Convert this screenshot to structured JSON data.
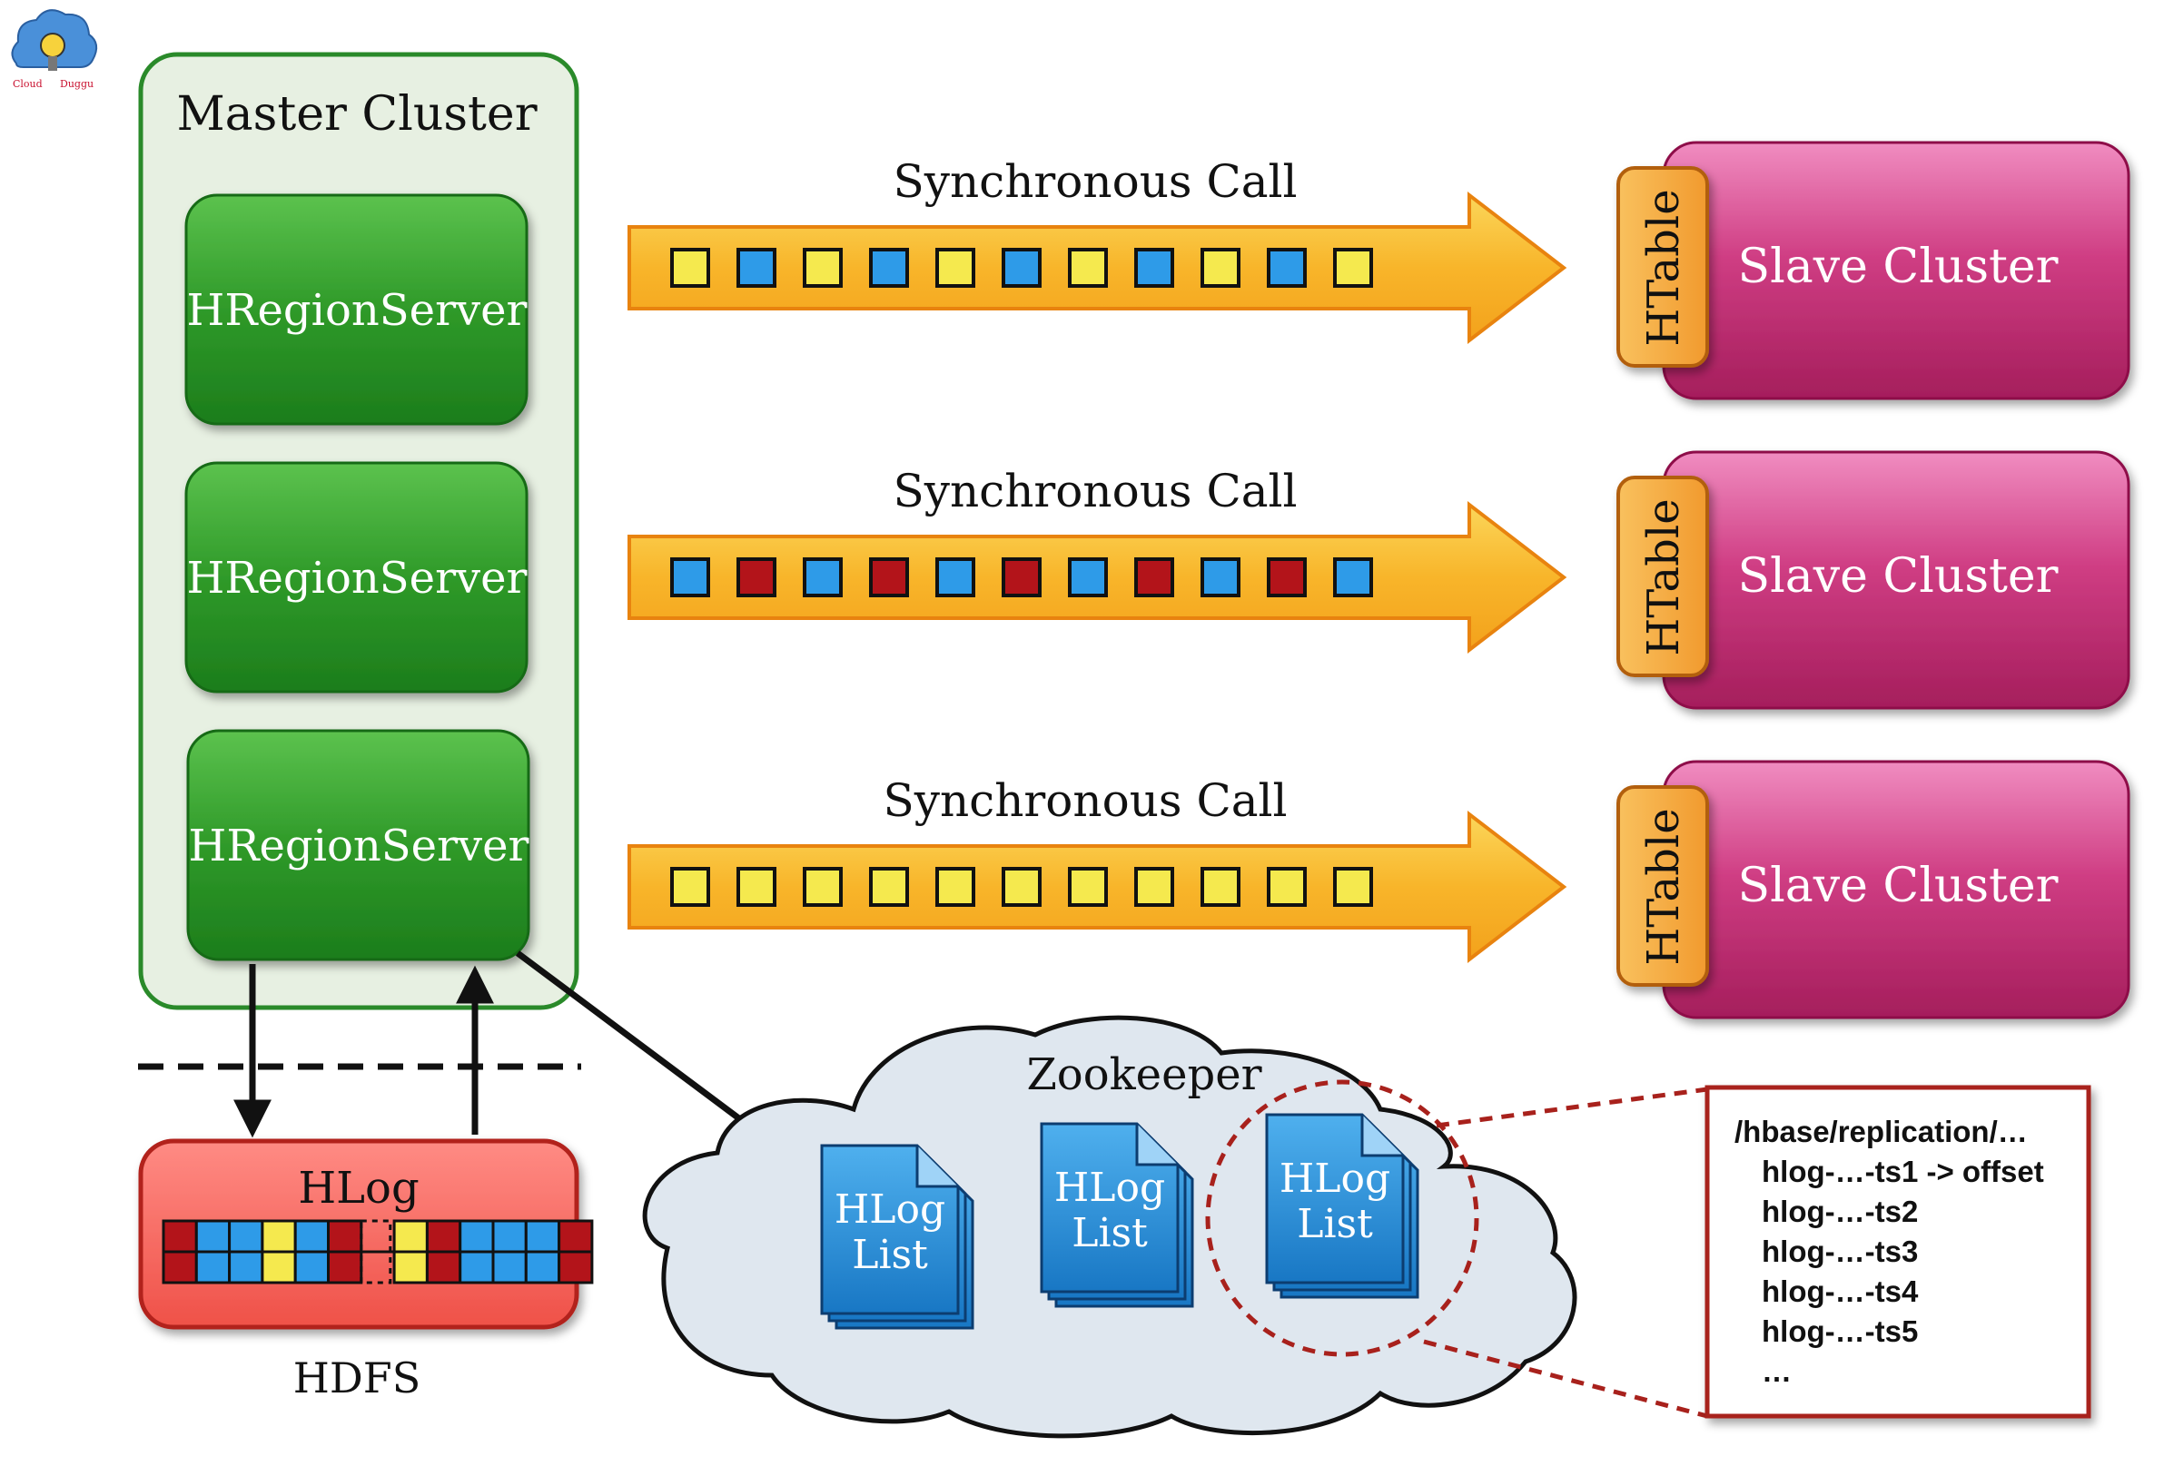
{
  "logo": {
    "text_left": "Cloud",
    "text_right": "Duggu",
    "icon": "lightbulb-cloud-icon"
  },
  "master": {
    "title": "Master Cluster",
    "servers": [
      "HRegionServer",
      "HRegionServer",
      "HRegionServer"
    ]
  },
  "calls": [
    {
      "label": "Synchronous Call",
      "squares": [
        "yellow",
        "blue",
        "yellow",
        "blue",
        "yellow",
        "blue",
        "yellow",
        "blue",
        "yellow",
        "blue",
        "yellow"
      ]
    },
    {
      "label": "Synchronous Call",
      "squares": [
        "blue",
        "red",
        "blue",
        "red",
        "blue",
        "red",
        "blue",
        "red",
        "blue",
        "red",
        "blue"
      ]
    },
    {
      "label": "Synchronous Call",
      "squares": [
        "yellow",
        "yellow",
        "yellow",
        "yellow",
        "yellow",
        "yellow",
        "yellow",
        "yellow",
        "yellow",
        "yellow",
        "yellow"
      ]
    }
  ],
  "slaves": [
    {
      "tab": "HTable",
      "label": "Slave Cluster"
    },
    {
      "tab": "HTable",
      "label": "Slave Cluster"
    },
    {
      "tab": "HTable",
      "label": "Slave Cluster"
    }
  ],
  "hlog": {
    "title": "HLog",
    "storage_label": "HDFS",
    "cells": [
      "red",
      "blue",
      "blue",
      "yellow",
      "blue",
      "red",
      "gap",
      "yellow",
      "red",
      "blue",
      "blue",
      "blue",
      "red"
    ]
  },
  "zookeeper": {
    "title": "Zookeeper",
    "docs": [
      {
        "line1": "HLog",
        "line2": "List"
      },
      {
        "line1": "HLog",
        "line2": "List"
      },
      {
        "line1": "HLog",
        "line2": "List"
      }
    ]
  },
  "replication_box": {
    "path": "/hbase/replication/…",
    "entries": [
      "hlog-…-ts1 -> offset",
      "hlog-…-ts2",
      "hlog-…-ts3",
      "hlog-…-ts4",
      "hlog-…-ts5",
      "…"
    ]
  },
  "colors": {
    "yellow": "#f5e94e",
    "blue": "#2e9be8",
    "red": "#b3141a",
    "green_server": "#2e9a2a",
    "slave": "#c7246f",
    "htable": "#f4a640",
    "arrow": "#f7b52b",
    "hlog_box": "#f05a55",
    "doc_blue": "#2a8fd6",
    "master_bg": "#e6efe1"
  }
}
